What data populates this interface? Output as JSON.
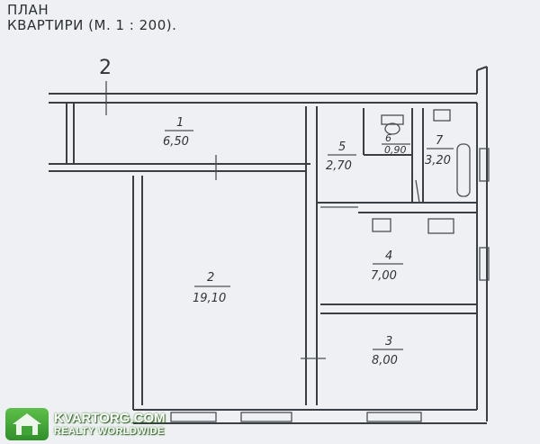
{
  "title": {
    "line1": "ПЛАН",
    "line2": "КВАРТИРИ (М. 1 : 200)."
  },
  "axis_marker": "2",
  "rooms": [
    {
      "number": "1",
      "area": "6,50"
    },
    {
      "number": "2",
      "area": "19,10"
    },
    {
      "number": "3",
      "area": "8,00"
    },
    {
      "number": "4",
      "area": "7,00"
    },
    {
      "number": "5",
      "area": "2,70"
    },
    {
      "number": "6",
      "area": "0,90"
    },
    {
      "number": "7",
      "area": "3,20"
    }
  ],
  "watermark": {
    "line1": "KVARTORG.COM",
    "line2": "REALTY WORLDWIDE"
  },
  "colors": {
    "paper": "#eef0f3",
    "ink": "#3a3f46",
    "logo_green": "#3fa535"
  }
}
